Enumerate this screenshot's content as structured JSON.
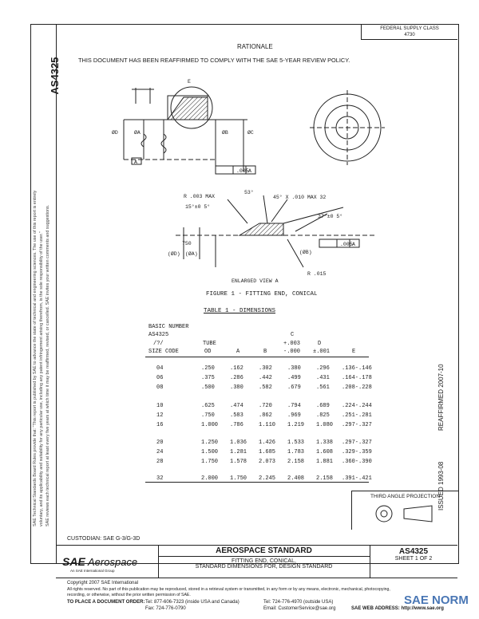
{
  "header": {
    "federal_supply_class_label": "FEDERAL SUPPLY CLASS",
    "federal_supply_class_value": "4730",
    "rationale_heading": "RATIONALE",
    "rationale_text": "THIS DOCUMENT HAS BEEN REAFFIRMED TO COMPLY WITH THE SAE 5-YEAR REVIEW POLICY."
  },
  "side": {
    "doc_id": "AS4325",
    "notice_line1": "SAE Technical Standards Board Rules provide that: \"This report is published by SAE to advance the state of technical and engineering sciences. The use of this report is entirely",
    "notice_line2": "voluntary, and its applicability and suitability for any particular use, including any patent infringement arising therefrom, is the sole responsibility of the user.\"",
    "notice_line3": "SAE reviews each technical report at least every five years at which time it may be reaffirmed, revised, or cancelled. SAE invites your written comments and suggestions.",
    "reaffirmed": "REAFFIRMED 2007-10",
    "issued": "ISSUED 1993-08"
  },
  "figure": {
    "labels": {
      "e": "E",
      "d": "ØD",
      "a": "ØA",
      "b": "ØB",
      "c": "ØC",
      "datum_a": "A",
      "tol1": ".005",
      "tol1_ref": "A",
      "r_max": "R .003 MAX",
      "angle53": "53°",
      "chamfer": "45° X .010 MAX 32",
      "angle15": "15°±0 5°",
      "angle37": "37°±0 5°",
      "angle750": "750",
      "dim_d": "(ØD)",
      "dim_a": "(ØA)",
      "dim_b": "(ØB)",
      "tol2": ".005",
      "tol2_ref": "A",
      "r015": "R .015",
      "enlarged": "ENLARGED VIEW A"
    },
    "caption": "FIGURE 1 - FITTING END, CONICAL"
  },
  "table": {
    "title": "TABLE 1 - DIMENSIONS",
    "header_lines": {
      "basic_number": "BASIC NUMBER",
      "as4325": "AS4325",
      "slash": "/?/",
      "size_code": "SIZE CODE",
      "tube": "TUBE",
      "od": "OD",
      "a": "A",
      "b": "B",
      "c": "C",
      "c_tol_plus": "+.003",
      "c_tol_minus": "-.000",
      "d": "D",
      "d_tol": "±.001",
      "e": "E"
    },
    "rows": [
      [
        "04",
        ".250",
        ".162",
        ".302",
        ".380",
        ".296",
        ".136-.146"
      ],
      [
        "06",
        ".375",
        ".286",
        ".442",
        ".499",
        ".431",
        ".164-.178"
      ],
      [
        "08",
        ".500",
        ".380",
        ".582",
        ".679",
        ".561",
        ".208-.228"
      ],
      [
        "10",
        ".625",
        ".474",
        ".720",
        ".794",
        ".689",
        ".224-.244"
      ],
      [
        "12",
        ".750",
        ".583",
        ".862",
        ".969",
        ".825",
        ".251-.281"
      ],
      [
        "16",
        "1.000",
        ".786",
        "1.110",
        "1.219",
        "1.080",
        ".297-.327"
      ],
      [
        "20",
        "1.250",
        "1.036",
        "1.426",
        "1.533",
        "1.338",
        ".297-.327"
      ],
      [
        "24",
        "1.500",
        "1.281",
        "1.685",
        "1.783",
        "1.608",
        ".329-.359"
      ],
      [
        "28",
        "1.750",
        "1.578",
        "2.073",
        "2.158",
        "1.881",
        ".360-.390"
      ],
      [
        "32",
        "2.000",
        "1.750",
        "2.245",
        "2.408",
        "2.158",
        ".391-.421"
      ]
    ]
  },
  "third_angle": "THIRD ANGLE PROJECTION",
  "footer": {
    "custodian": "CUSTODIAN: SAE G-3/G-3D",
    "logo_sae": "SAE",
    "logo_aero": "Aerospace",
    "logo_sub": "An SAE International Group",
    "std_title": "AEROSPACE STANDARD",
    "doc_desc1": "FITTING END, CONICAL,",
    "doc_desc2": "STANDARD DIMENSIONS FOR, DESIGN STANDARD",
    "doc_number": "AS4325",
    "sheet": "SHEET 1 OF 2",
    "copyright1": "Copyright 2007 SAE International",
    "copyright2": "All rights reserved. No part of this publication may be reproduced, stored in a retrieval system or transmitted, in any form or by any means, electronic, mechanical, photocopying,",
    "copyright3": "recording, or otherwise, without the prior written permission of SAE.",
    "order_label": "TO PLACE A DOCUMENT ORDER:",
    "tel1": "Tel: 877-606-7323 (inside USA and Canada)",
    "tel2": "Tel: 724-776-4970 (outside USA)",
    "fax": "Fax: 724-776-0790",
    "email": "Email: CustomerService@sae.org",
    "web": "SAE WEB ADDRESS: http://www.sae.org",
    "watermark": "SAE NORM"
  }
}
